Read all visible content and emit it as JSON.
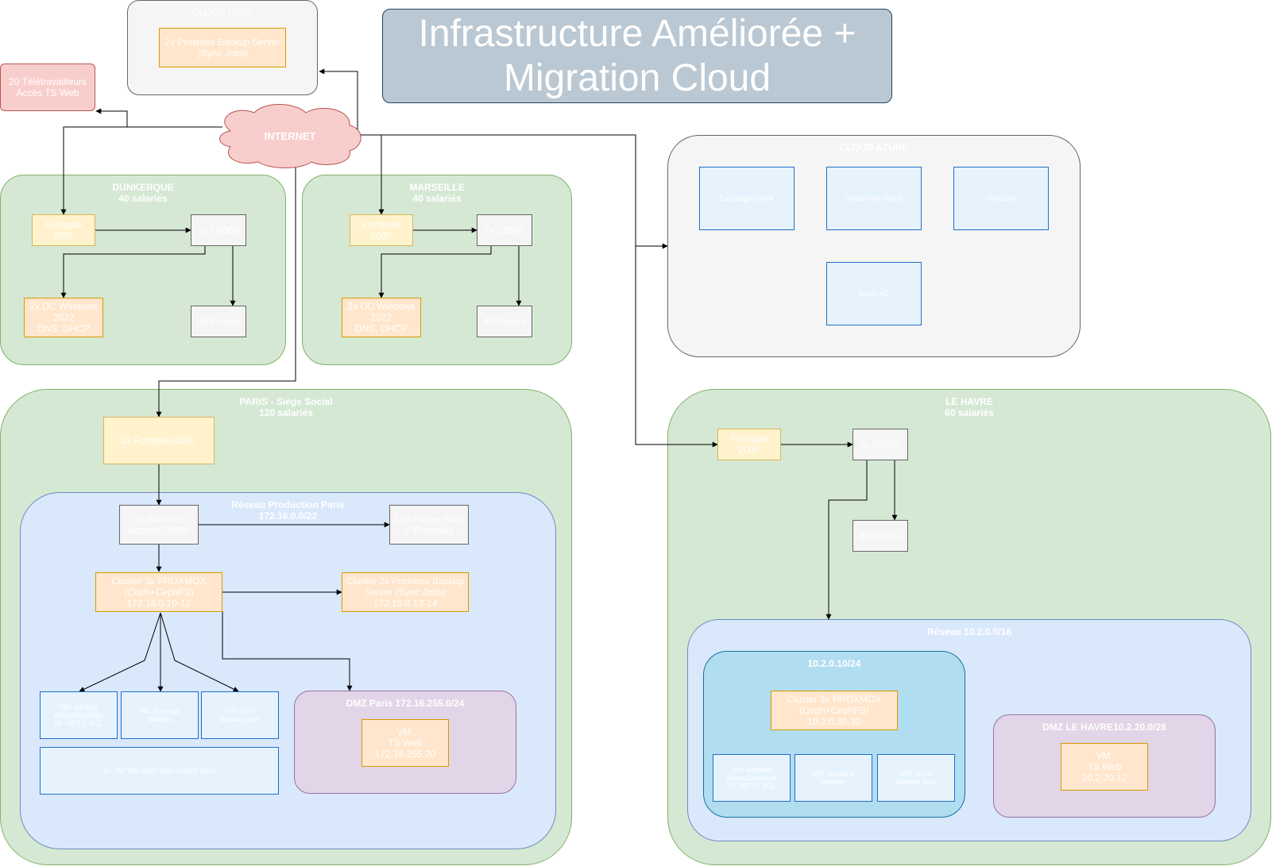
{
  "title": "Infrastructure Améliorée +\nMigration Cloud",
  "cloud_vps": {
    "title": "CLOUD (VPS)",
    "backup": "2x Proxmox Backup Server\n(Sync Jobs)"
  },
  "teleworkers": "20 Télétravailleurs\nAccès TS Web",
  "internet": "INTERNET",
  "dunkerque": {
    "title": "DUNKERQUE\n40 salariés",
    "fortigate": "Fortigate 200F",
    "switch": "2x C9300",
    "dc": "2x DC Windows\n2022\nDNS, DHCP",
    "postes": "40 Postes"
  },
  "marseille": {
    "title": "MARSEILLE\n40 salariés",
    "fortigate": "Fortigate 200F",
    "switch": "2x C9300",
    "dc": "2x DC Windows\n2022\nDNS, DHCP",
    "postes": "40 Postes"
  },
  "azure": {
    "title": "CLOUD AZURE",
    "exchange": "Exchange Online",
    "sharepoint": "SharePoint Online",
    "onedrive": "OneDrive",
    "ad": "Azure AD"
  },
  "paris": {
    "title": "PARIS - Siège Social\n120 salariés",
    "fortigate": "2x Fortigate 300E",
    "network_title": "Réseau Production Paris\n172.16.0.0/22",
    "switches": "12 Switches\nAccess C9300",
    "postes": "120 Postes fixes\n+ Portables",
    "cluster": "Cluster 3x PROXMOX\n(Ceph+CephFS)\n172.16.0.10-12",
    "backup": "Cluster 2x Proxmox Backup\nServer (Sync Jobs)\n172.16.0.13-14",
    "vm_intranet": "VM: Intranet\nAssur/Courtage\nIIS .NET + SQL",
    "vm_bureaux": "VM: Bureaux\ndistants",
    "vm_glpi": "VM: GLPI\nGestion parc",
    "vm_dns": "3x VM: WS 2022 DNS+DHCP (HA)",
    "dmz_title": "DMZ Paris 172.16.255.0/24",
    "dmz_vm": "VM:\nTS Web\n172.16.255.20"
  },
  "lehavre": {
    "title": "LE HAVRE\n60 salariés",
    "fortigate": "Fortigate 200F",
    "switch": "3x C9300",
    "postes": "60 Postes",
    "network_title": "Réseau 10.2.0.0/16",
    "subnet_title": "10.2.0.10/24",
    "cluster": "Cluster 3x PROXMOX\n(Ceph+CephFS)\n10.2.0.30-32",
    "vm_intranet": "VM: Intranet\nAssur/Courtage\nIIS .NET + SQL",
    "vm_bureaux": "VM: Bureaux\ndistants",
    "vm_glpi": "VM: GLPI\nGestion parc",
    "dmz_title": "DMZ LE HAVRE10.2.20.0/28",
    "dmz_vm": "VM:\nTS Web\n10.2.20.12"
  },
  "colors": {
    "green": "#d5e8d4",
    "yellow": "#fff2cc",
    "orange": "#ffe6cc",
    "blue": "#dae8fc",
    "purple": "#e1d5e7",
    "red": "#f8cecc",
    "title": "#bac8d3"
  }
}
